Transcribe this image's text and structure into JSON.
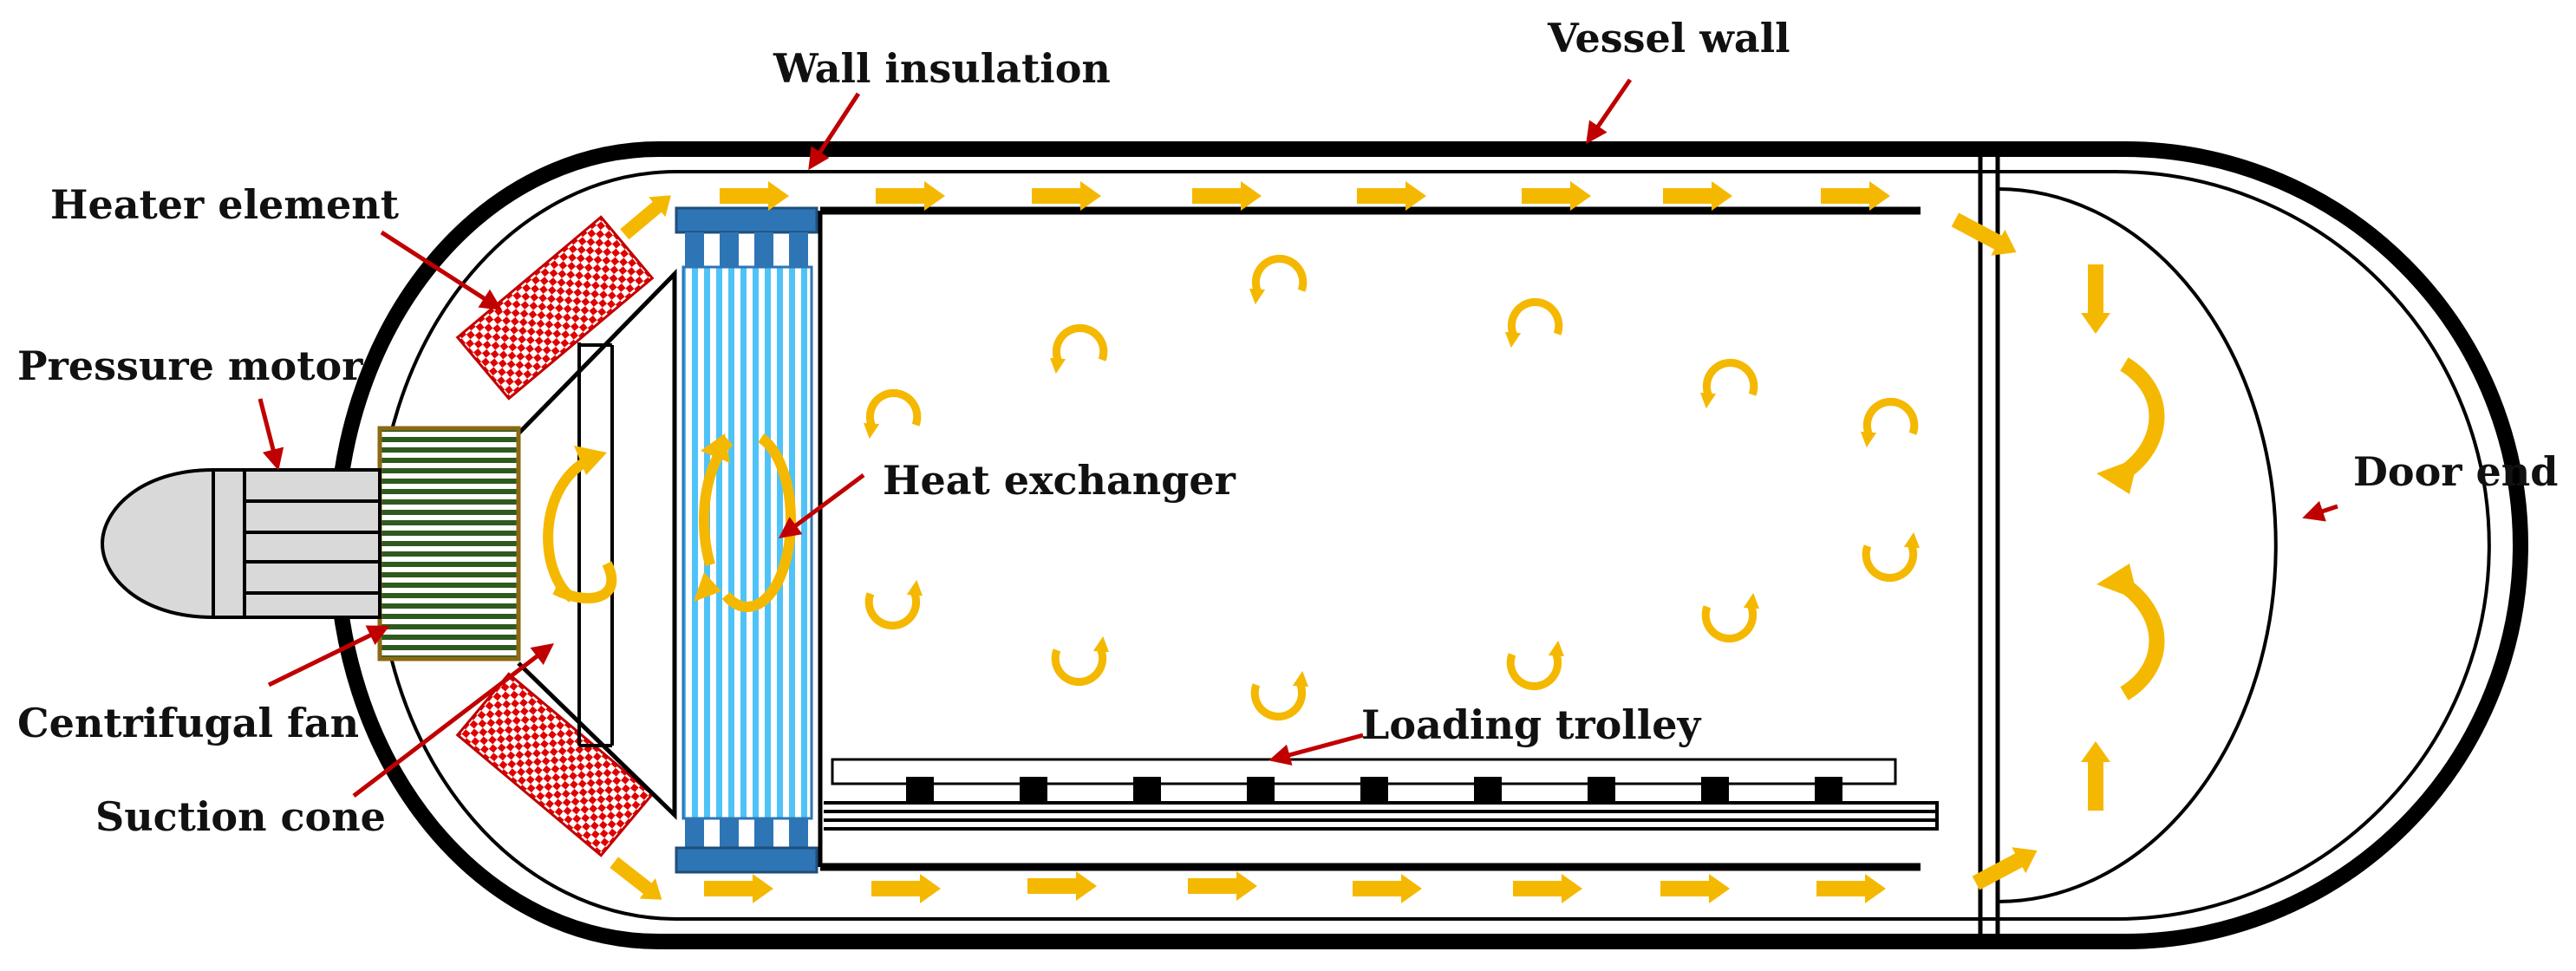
{
  "labels": {
    "vessel_wall": "Vessel wall",
    "wall_insulation": "Wall insulation",
    "heater_element": "Heater element",
    "pressure_motor": "Pressure motor",
    "heat_exchanger": "Heat exchanger",
    "door_end": "Door end",
    "centrifugal_fan": "Centrifugal fan",
    "suction_cone": "Suction cone",
    "loading_trolley": "Loading trolley"
  },
  "colors": {
    "airflow_arrow": "#F5B800",
    "leader_arrow": "#C00000",
    "heater": "#E00000",
    "exchanger_header": "#2E75B6",
    "exchanger_fins": "#4FC3F7",
    "fan_stripes": "#2E5A1E",
    "fan_frame": "#8B6914",
    "vessel_line": "#000000"
  }
}
